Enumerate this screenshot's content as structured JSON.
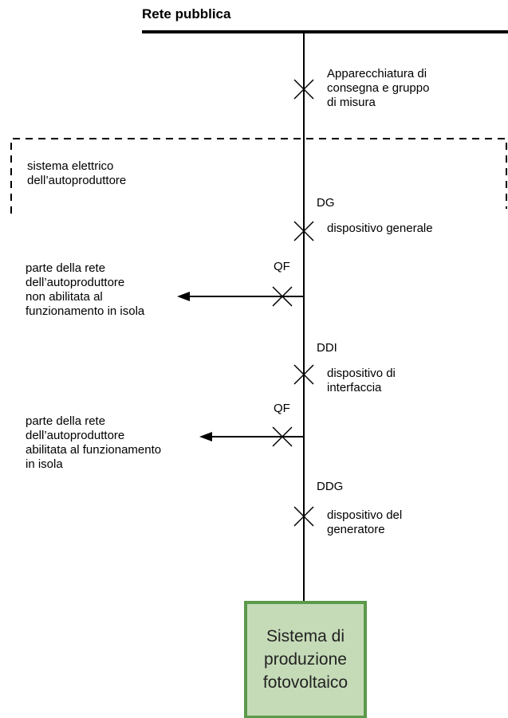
{
  "grid_title": "Rete pubblica",
  "metering": {
    "line1": "Apparecchiatura di",
    "line2": "consegna e gruppo",
    "line3": "di misura"
  },
  "producer_system": {
    "line1": "sistema elettrico",
    "line2": "dell’autoproduttore"
  },
  "dg": {
    "code": "DG",
    "label": "dispositivo generale"
  },
  "qf1": {
    "code": "QF",
    "line1": "parte della rete",
    "line2": "dell’autoproduttore",
    "line3": "non abilitata al",
    "line4": "funzionamento in isola"
  },
  "ddi": {
    "code": "DDI",
    "line1": "dispositivo di",
    "line2": "interfaccia"
  },
  "qf2": {
    "code": "QF",
    "line1": "parte della rete",
    "line2": "dell’autoproduttore",
    "line3": "abilitata al funzionamento",
    "line4": "in isola"
  },
  "ddg": {
    "code": "DDG",
    "line1": "dispositivo del",
    "line2": "generatore"
  },
  "pv_box": {
    "line1": "Sistema di",
    "line2": "produzione",
    "line3": "fotovoltaico",
    "fill": "#c5dbb7",
    "border": "#5a9a4a"
  }
}
